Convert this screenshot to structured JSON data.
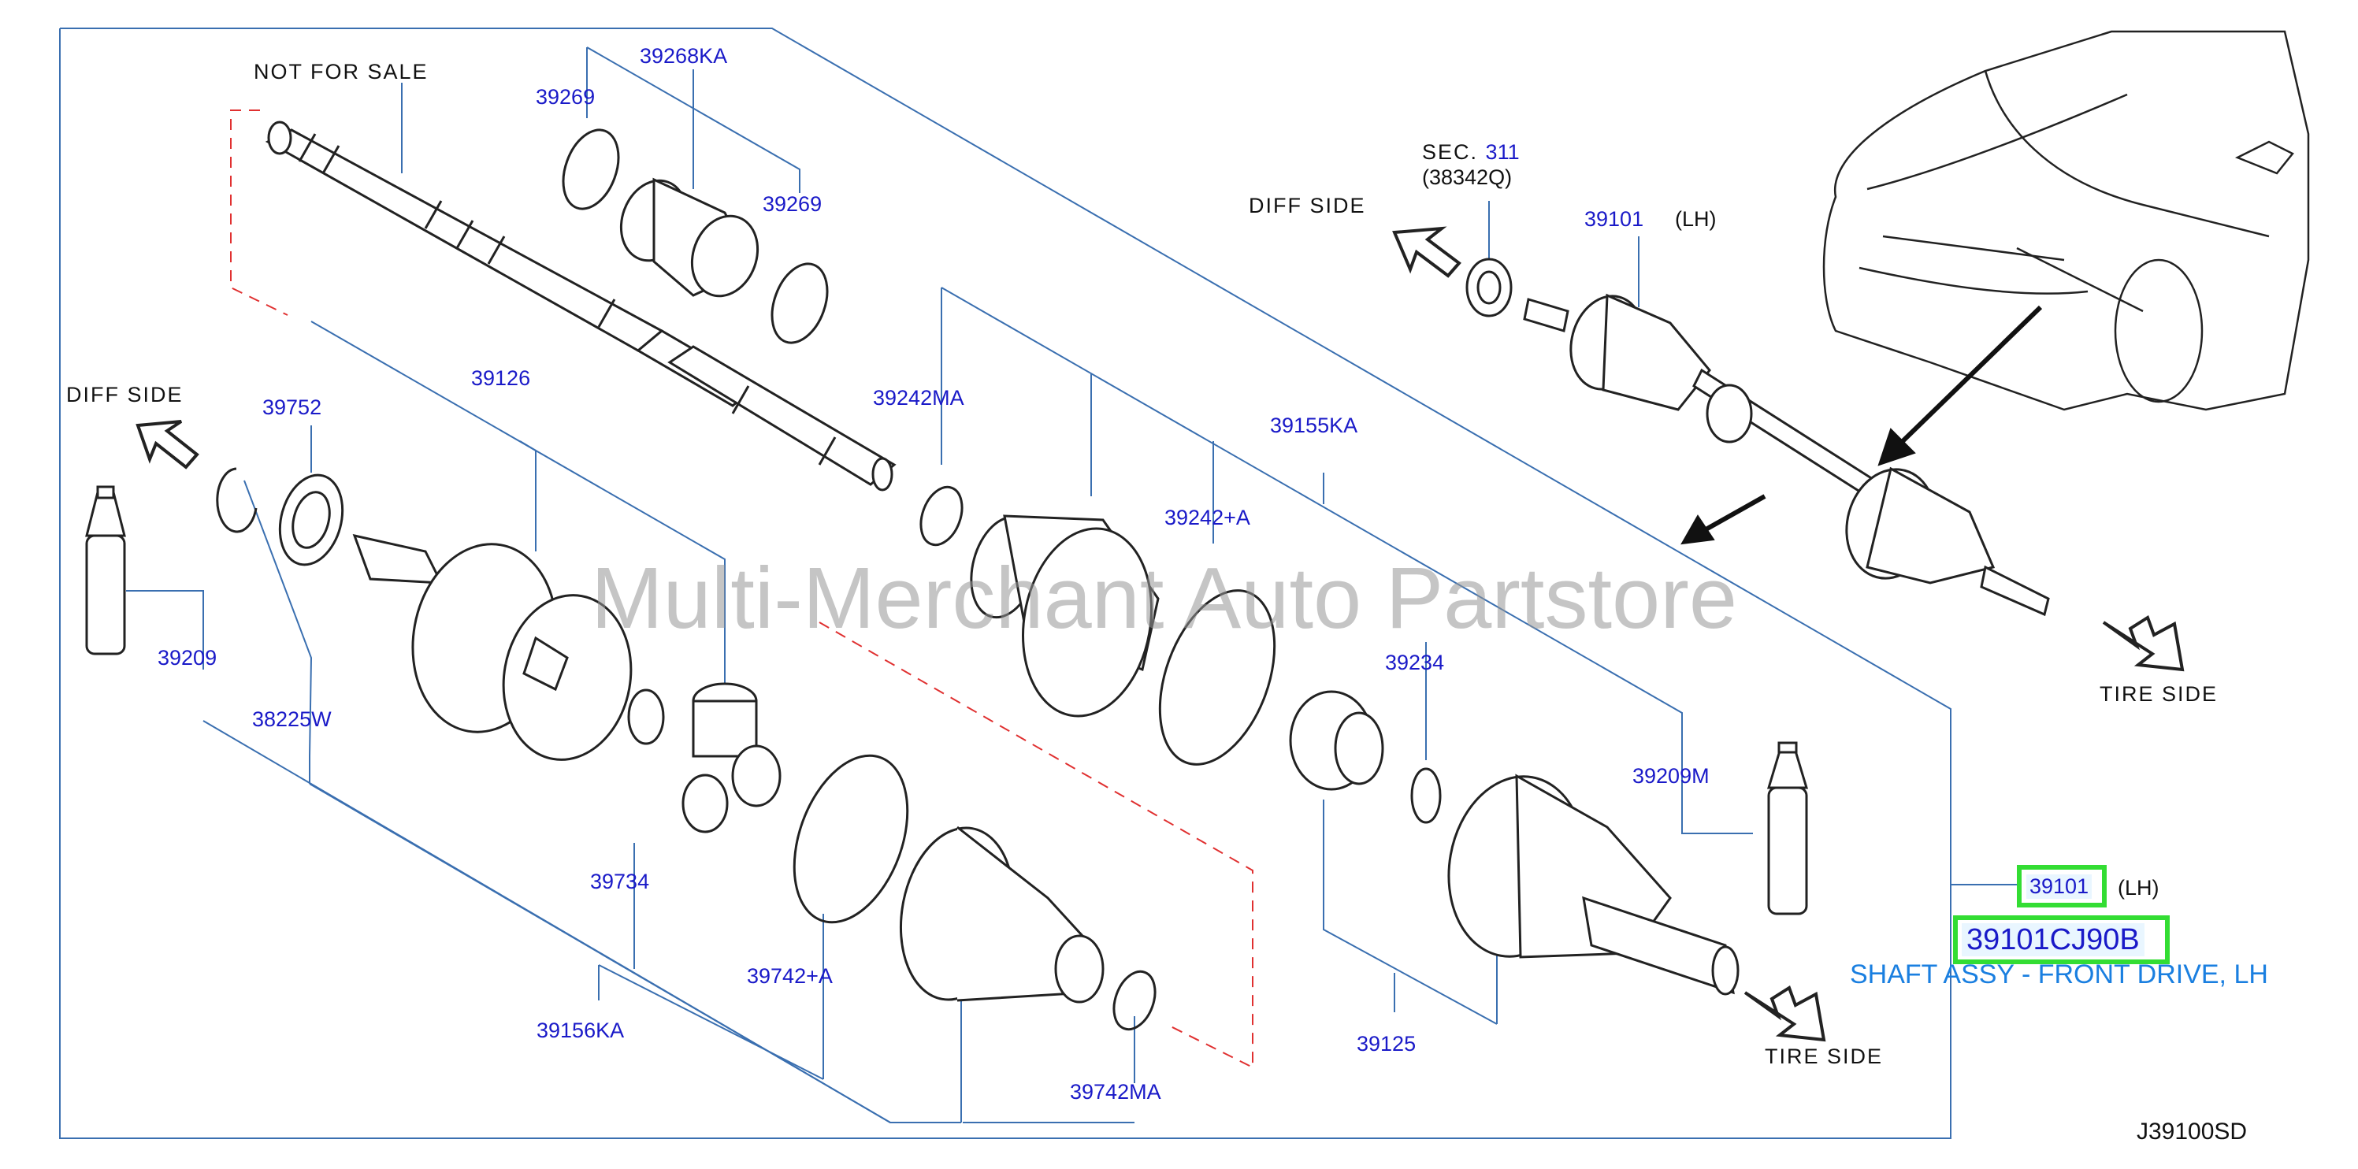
{
  "diagram": {
    "watermark": "Multi-Merchant Auto Partstore",
    "drawing_code": "J39100SD",
    "notes": {
      "not_for_sale": "NOT  FOR  SALE",
      "diff_side": "DIFF  SIDE",
      "tire_side": "TIRE  SIDE",
      "sec": "SEC.",
      "sec_number": "311",
      "sec_ref": "(38342Q)",
      "lh": "(LH)"
    },
    "callouts": {
      "p39268ka": "39268KA",
      "p39269": "39269",
      "p39126": "39126",
      "p39752": "39752",
      "p39242ma": "39242MA",
      "p39155ka": "39155KA",
      "p39242a": "39242+A",
      "p39209": "39209",
      "p38225w": "38225W",
      "p39234": "39234",
      "p39209m": "39209M",
      "p39734": "39734",
      "p39742a": "39742+A",
      "p39156ka": "39156KA",
      "p39742ma": "39742MA",
      "p39125": "39125",
      "p39101": "39101"
    },
    "highlight": {
      "part_ref": "39101",
      "part_number": "39101CJ90B",
      "description": "SHAFT ASSY - FRONT DRIVE, LH"
    },
    "colors": {
      "leader_line": "#3a6fb0",
      "callout_text": "#1a1ac8",
      "highlight_border": "#33dd33",
      "description_text": "#1a7fe0",
      "outline": "#222222",
      "dashed": "#e03030"
    }
  }
}
